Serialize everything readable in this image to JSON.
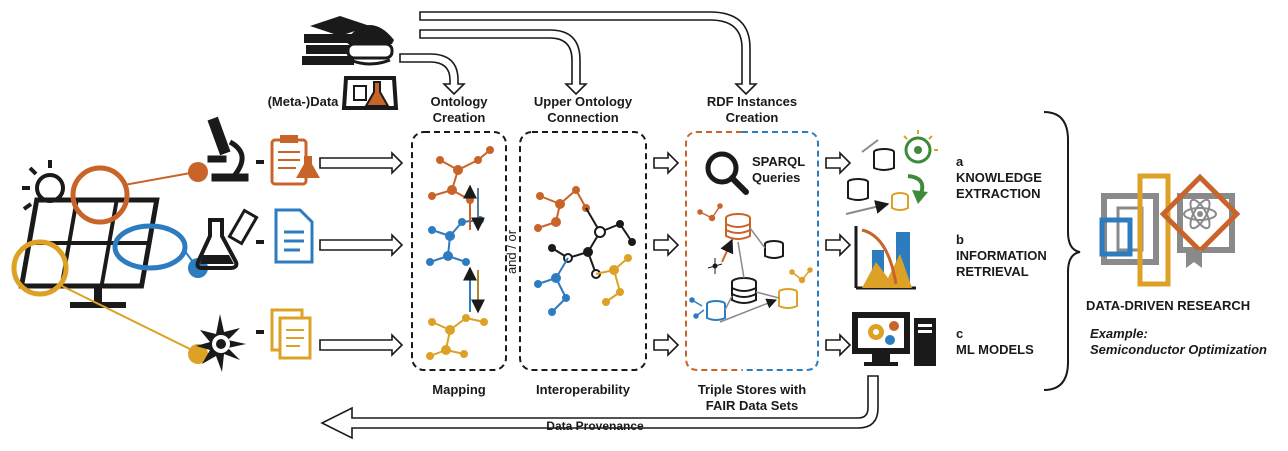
{
  "headers": {
    "metadata": "(Meta-)Data",
    "ontology_creation": [
      "Ontology",
      "Creation"
    ],
    "upper_ontology": [
      "Upper Ontology",
      "Connection"
    ],
    "rdf_instances": [
      "RDF Instances",
      "Creation"
    ]
  },
  "footers": {
    "mapping": "Mapping",
    "interoperability": "Interoperability",
    "triple_stores": [
      "Triple Stores with",
      "FAIR Data Sets"
    ]
  },
  "and_or": "and / or",
  "sparql": [
    "SPARQL",
    "Queries"
  ],
  "applications": [
    {
      "letter": "a",
      "lines": [
        "KNOWLEDGE",
        "EXTRACTION"
      ]
    },
    {
      "letter": "b",
      "lines": [
        "INFORMATION",
        "RETRIEVAL"
      ]
    },
    {
      "letter": "c",
      "lines": [
        "ML MODELS"
      ]
    }
  ],
  "outcome": {
    "title": "DATA-DRIVEN RESEARCH",
    "example_label": "Example:",
    "example_value": "Semiconductor Optimization"
  },
  "provenance": "Data Provenance",
  "colors": {
    "orange": "#c8642a",
    "blue": "#2e7cc0",
    "gold": "#dda126",
    "dark": "#1a1a1a",
    "gray": "#8a8a8a"
  }
}
